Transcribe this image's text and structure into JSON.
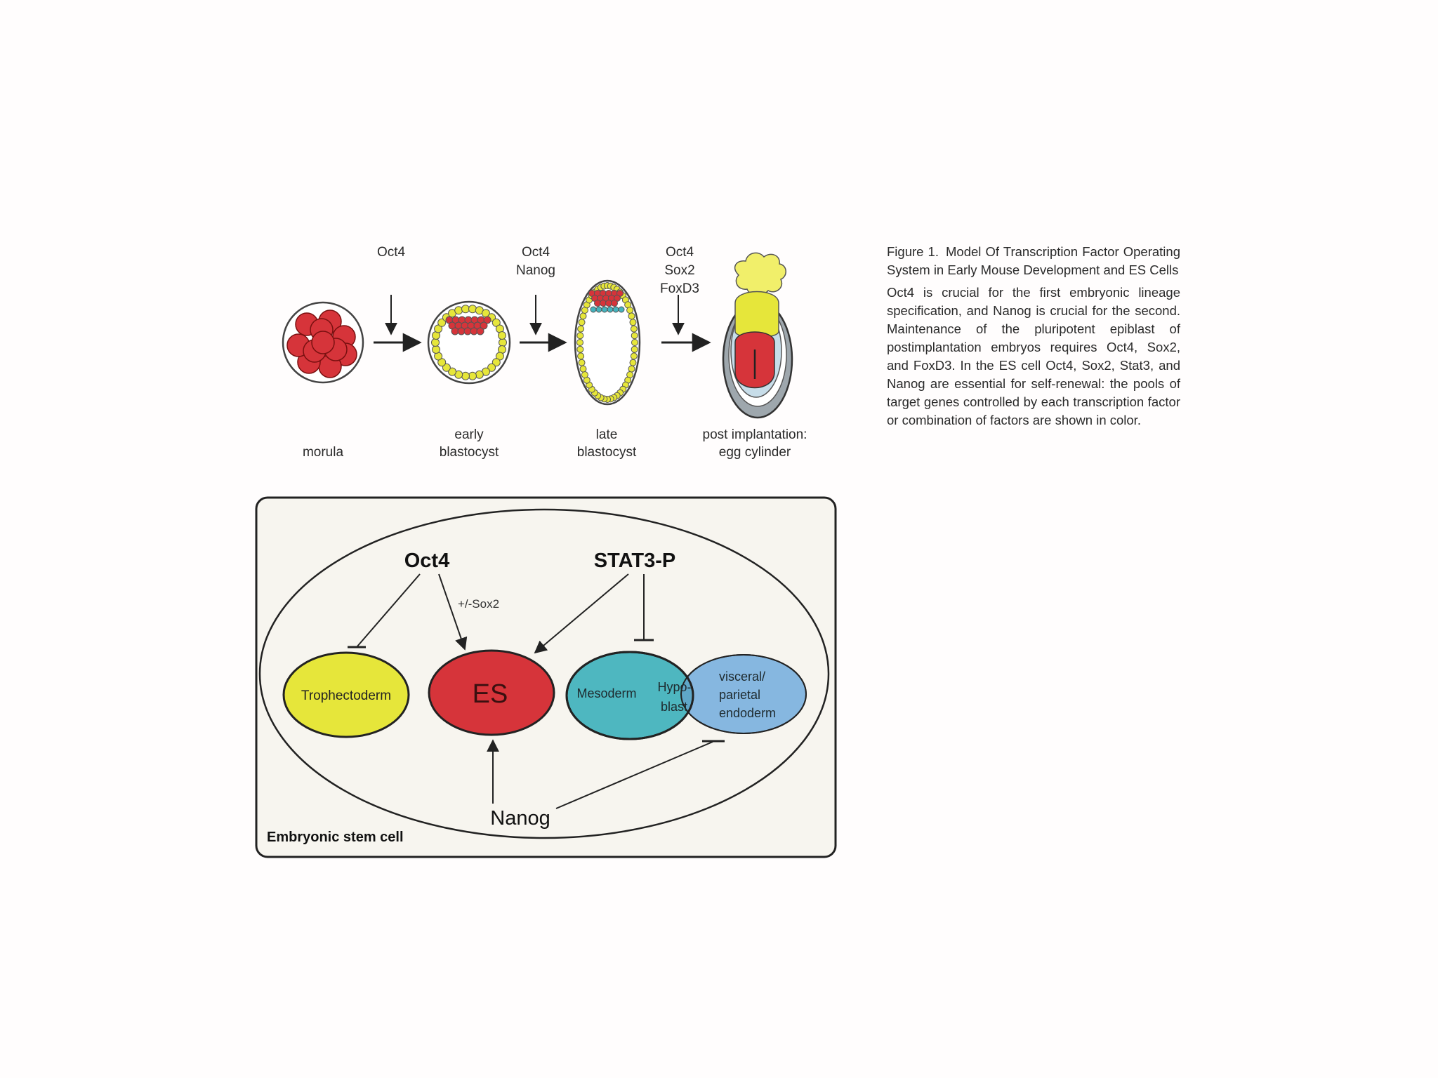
{
  "colors": {
    "cell_red": "#d6343a",
    "cell_yellow": "#e6e63a",
    "mesoderm_teal": "#45b3bd",
    "endoderm_blue": "#7fb3de",
    "egg_outer_gray": "#9ea7ad",
    "egg_light_blue": "#c7dde9",
    "text_dark": "#2a2a2a"
  },
  "top": {
    "factors": [
      {
        "lines": [
          "Oct4"
        ]
      },
      {
        "lines": [
          "Oct4",
          "Nanog"
        ]
      },
      {
        "lines": [
          "Oct4",
          "Sox2",
          "FoxD3"
        ]
      }
    ],
    "stages": [
      {
        "lines": [
          "morula"
        ]
      },
      {
        "lines": [
          "early",
          "blastocyst"
        ]
      },
      {
        "lines": [
          "late",
          "blastocyst"
        ]
      },
      {
        "lines": [
          "post implantation:",
          "egg cylinder"
        ]
      }
    ]
  },
  "caption": {
    "label": "Figure 1.",
    "title": "Model Of Transcription Factor Operating System in Early Mouse Development and ES Cells",
    "body": "Oct4 is crucial for the first embryonic lineage specification, and Nanog is crucial for the second. Maintenance of the pluripotent epiblast of postimplantation embryos requires Oct4, Sox2, and FoxD3. In the ES cell Oct4, Sox2, Stat3, and Nanog are essential for self-renewal: the pools of target genes controlled by each transcription factor or combination of factors are shown in color."
  },
  "bottom": {
    "box_label": "Embryonic stem cell",
    "oct4": "Oct4",
    "stat3": "STAT3-P",
    "nanog": "Nanog",
    "sox2_note": "+/-Sox2",
    "trophectoderm": "Trophectoderm",
    "es": "ES",
    "mesoderm": "Mesoderm",
    "hypoblast": [
      "Hypo-",
      "blast"
    ],
    "endoderm": [
      "visceral/",
      "parietal",
      "endoderm"
    ]
  }
}
